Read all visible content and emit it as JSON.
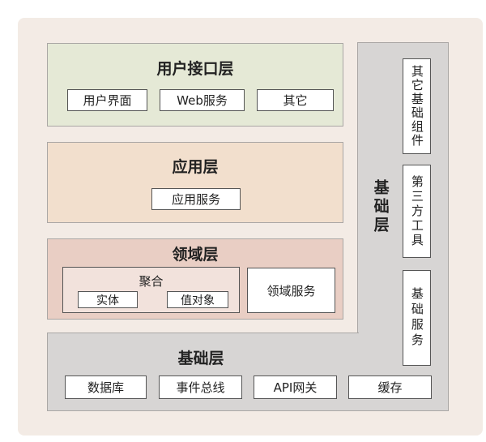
{
  "colors": {
    "frame": "#f3ebe5",
    "user_layer": "#e5e9d6",
    "app_layer": "#f2dfcd",
    "domain_layer": "#e9cec4",
    "aggregate": "#f2e2dc",
    "infra_layer": "#d7d5d4"
  },
  "user_layer": {
    "title": "用户接口层",
    "items": [
      "用户界面",
      "Web服务",
      "其它"
    ]
  },
  "app_layer": {
    "title": "应用层",
    "items": [
      "应用服务"
    ]
  },
  "domain_layer": {
    "title": "领域层",
    "aggregate": {
      "title": "聚合",
      "items": [
        "实体",
        "值对象"
      ]
    },
    "service": "领域服务"
  },
  "infra_layer": {
    "side_title": "基础层",
    "bottom_title": "基础层",
    "side_items": [
      "其它基础组件",
      "第三方工具",
      "基础服务"
    ],
    "bottom_items": [
      "数据库",
      "事件总线",
      "API网关",
      "缓存"
    ]
  }
}
